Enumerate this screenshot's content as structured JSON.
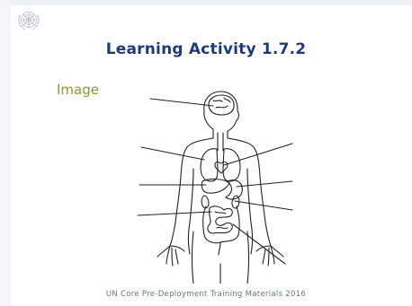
{
  "logo": {
    "icon": "un-emblem-icon"
  },
  "title": "Learning Activity 1.7.2",
  "image_label": "Image",
  "figure": {
    "icon": "human-anatomy-outline-icon",
    "label_lines": 8
  },
  "footer": "UN Core Pre-Deployment Training Materials 2016",
  "colors": {
    "title": "#1f3a7a",
    "image_label": "#8a9a2a",
    "footer": "#6b7280"
  }
}
